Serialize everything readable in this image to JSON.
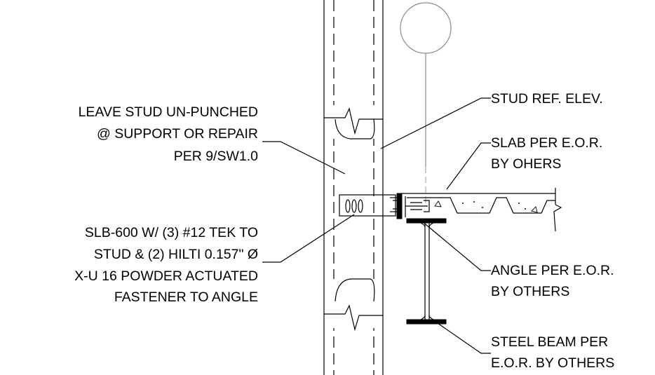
{
  "callouts": {
    "stud_ref_elev": "STUD REF. ELEV.",
    "leave_stud": [
      "LEAVE STUD UN-PUNCHED",
      "@ SUPPORT OR REPAIR",
      "PER 9/SW1.0"
    ],
    "slab": [
      "SLAB PER E.O.R.",
      "BY OHERS"
    ],
    "slb_connector": [
      "SLB-600 W/ (3) #12 TEK TO",
      "STUD & (2) HILTI 0.157\" Ø",
      "X-U 16 POWDER ACTUATED",
      "FASTENER TO ANGLE"
    ],
    "angle": [
      "ANGLE PER E.O.R.",
      "BY OTHERS"
    ],
    "steel_beam": [
      "STEEL BEAM PER",
      "E.O.R. BY OTHERS"
    ]
  },
  "colors": {
    "linework": "#000000",
    "reference_bubble": "#8a8a8a"
  }
}
